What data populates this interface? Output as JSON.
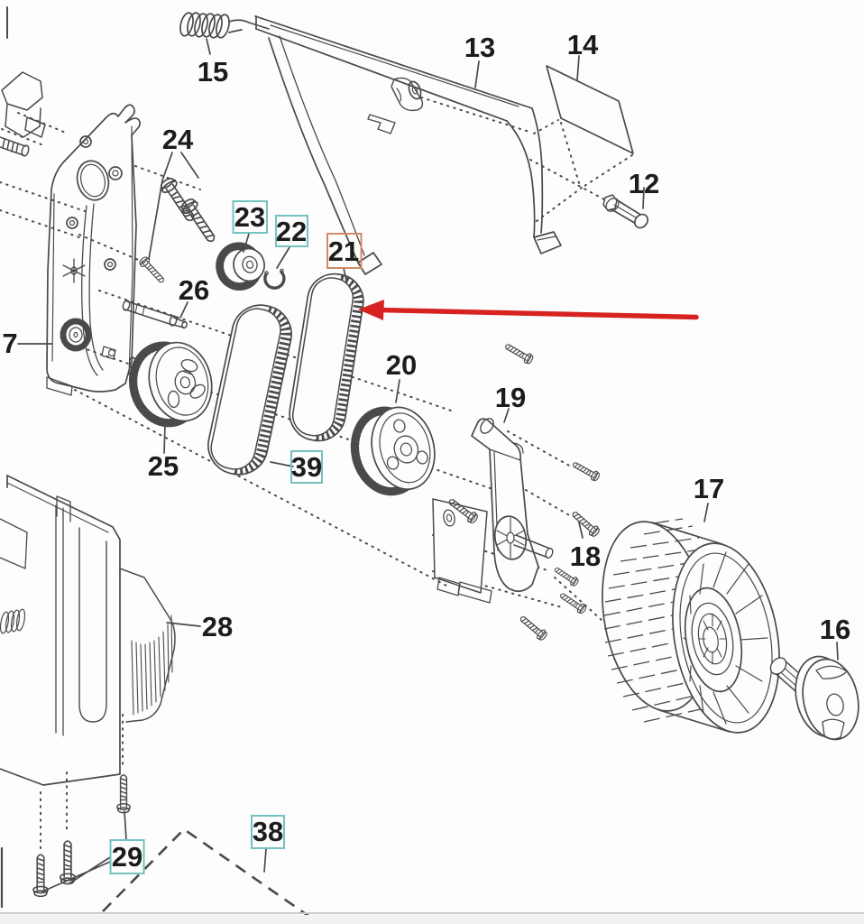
{
  "labels": {
    "p7": "7",
    "p12": "12",
    "p13": "13",
    "p14": "14",
    "p15": "15",
    "p16": "16",
    "p17": "17",
    "p18": "18",
    "p19": "19",
    "p20": "20",
    "p21": "21",
    "p22": "22",
    "p23": "23",
    "p24": "24",
    "p25": "25",
    "p26": "26",
    "p28": "28",
    "p29": "29",
    "p38": "38",
    "p39": "39"
  },
  "highlight_boxes": {
    "teal_labels": [
      "23",
      "22",
      "39",
      "29",
      "38"
    ],
    "orange_labels": [
      "21"
    ]
  },
  "colors": {
    "background": "#fdfdfd",
    "line": "#4a4a4a",
    "label_text": "#1c1c1c",
    "teal_box": "#74c2bf",
    "orange_box": "#d18a65",
    "arrow_red": "#d62321",
    "page_edge": "#c9c9c9"
  }
}
